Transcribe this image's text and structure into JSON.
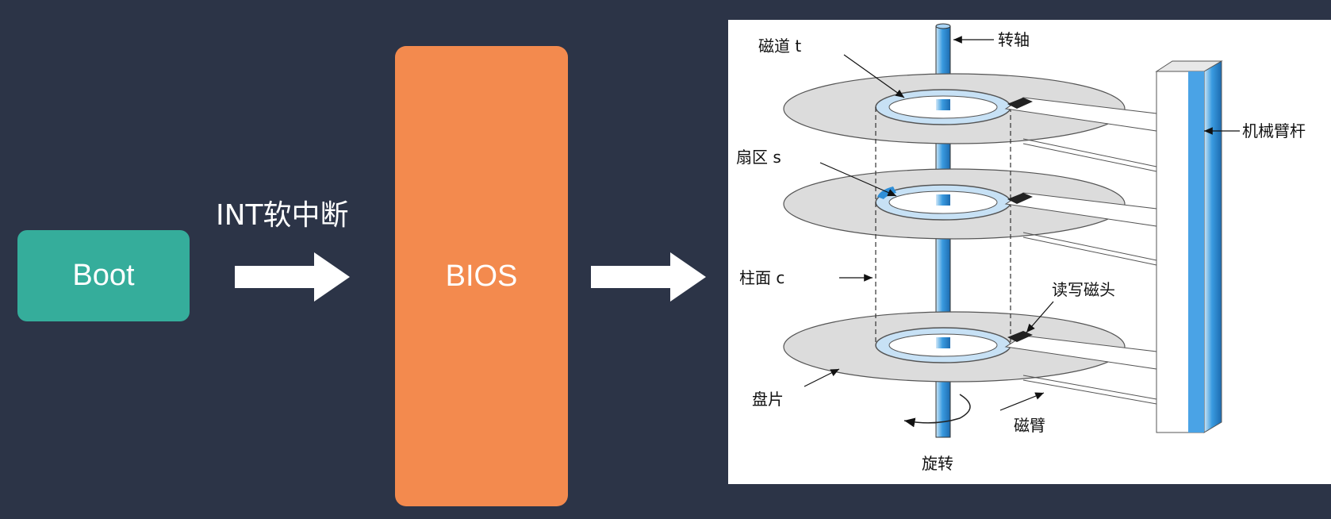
{
  "flow": {
    "boot_label": "Boot",
    "interrupt_label": "INT软中断",
    "bios_label": "BIOS"
  },
  "colors": {
    "background": "#2c3447",
    "boot": "#35ad9b",
    "bios": "#f38a4e",
    "arrow": "#ffffff",
    "spindle": "#3a9be0",
    "platter": "#d9d9d9"
  },
  "disk_diagram": {
    "track": "磁道 t",
    "spindle": "转轴",
    "arm_assembly": "机械臂杆",
    "sector": "扇区 s",
    "cylinder": "柱面 c",
    "rw_head": "读写磁头",
    "platter": "盘片",
    "arm": "磁臂",
    "rotation": "旋转"
  }
}
